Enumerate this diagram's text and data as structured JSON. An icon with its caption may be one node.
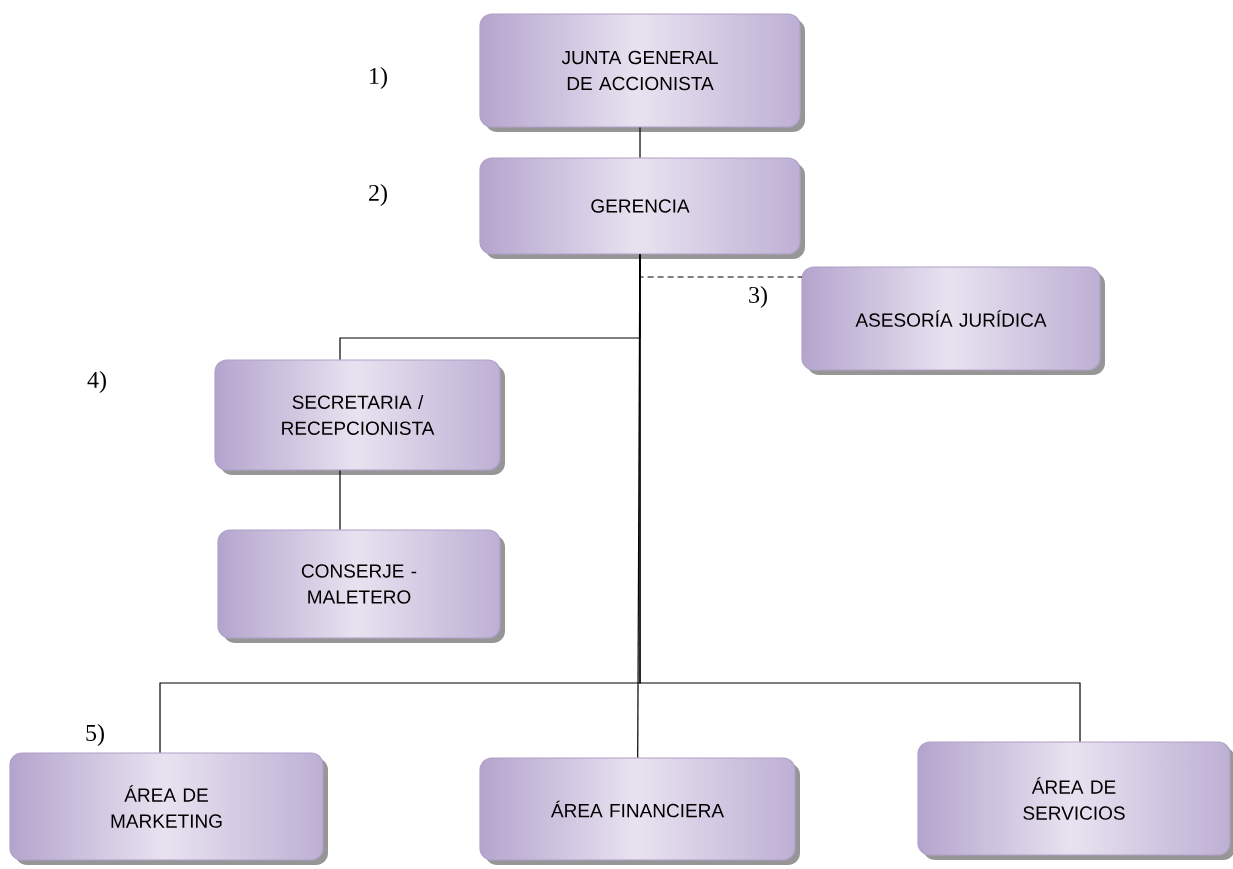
{
  "diagram": {
    "nodes": [
      {
        "text": [
          "JUNTA GENERAL DE ACCIONISTA"
        ]
      },
      {
        "text": [
          "GERENCIA"
        ]
      },
      {
        "text": [
          "ASESORÍA JURÍDICA"
        ]
      },
      {
        "text": [
          "SECRETARIA / RECEPCIONISTA"
        ]
      },
      {
        "text": [
          "CONSERJE - MALETERO"
        ]
      },
      {
        "text": [
          "ÁREA DE MARKETING"
        ]
      },
      {
        "text": [
          "ÁREA  FINANCIERA"
        ]
      },
      {
        "text": [
          "ÁREA DE SERVICIOS"
        ]
      }
    ],
    "edges": [
      {
        "from": 0,
        "to": 1,
        "arrow": "none"
      },
      {
        "from": 1,
        "to": 2,
        "arrow": "none",
        "style": "dashed"
      },
      {
        "from": 1,
        "to": 3,
        "arrow": "none"
      },
      {
        "from": 3,
        "to": 4,
        "arrow": "none"
      },
      {
        "from": 1,
        "to": 5,
        "arrow": "none"
      },
      {
        "from": 1,
        "to": 6,
        "arrow": "none"
      },
      {
        "from": 1,
        "to": 7,
        "arrow": "none"
      }
    ],
    "labels": [
      "1)",
      "2)",
      "3)",
      "4)",
      "5)"
    ]
  }
}
